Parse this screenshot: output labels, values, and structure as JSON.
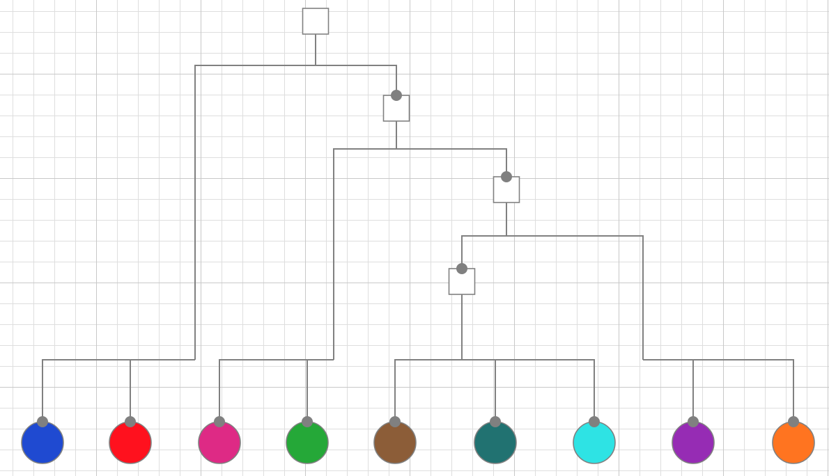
{
  "diagram": {
    "line_color": "#808080",
    "connector_color": "#808080",
    "node_fill": "#ffffff",
    "nodes": [
      {
        "id": "root",
        "kind": "box"
      },
      {
        "id": "box-2",
        "kind": "box"
      },
      {
        "id": "box-3",
        "kind": "box"
      },
      {
        "id": "box-4",
        "kind": "box"
      }
    ],
    "leaves": [
      {
        "id": "leaf-blue",
        "color": "#1f4ad1"
      },
      {
        "id": "leaf-red",
        "color": "#ff111e"
      },
      {
        "id": "leaf-pink",
        "color": "#de2a85"
      },
      {
        "id": "leaf-green",
        "color": "#25a838"
      },
      {
        "id": "leaf-brown",
        "color": "#8c5d38"
      },
      {
        "id": "leaf-teal",
        "color": "#217271"
      },
      {
        "id": "leaf-cyan",
        "color": "#2ee3e4"
      },
      {
        "id": "leaf-purple",
        "color": "#962cb4"
      },
      {
        "id": "leaf-orange",
        "color": "#ff7420"
      }
    ],
    "edges": [
      {
        "parent": "root",
        "children": [
          "group-blue-red",
          "box-2"
        ]
      },
      {
        "parent": "group-blue-red",
        "children": [
          "leaf-blue",
          "leaf-red"
        ]
      },
      {
        "parent": "box-2",
        "children": [
          "group-pink-green",
          "box-3"
        ]
      },
      {
        "parent": "group-pink-green",
        "children": [
          "leaf-pink",
          "leaf-green"
        ]
      },
      {
        "parent": "box-3",
        "children": [
          "box-4",
          "group-purple-orange"
        ]
      },
      {
        "parent": "box-4",
        "children": [
          "leaf-brown",
          "leaf-teal",
          "leaf-cyan"
        ]
      },
      {
        "parent": "group-purple-orange",
        "children": [
          "leaf-purple",
          "leaf-orange"
        ]
      }
    ]
  }
}
